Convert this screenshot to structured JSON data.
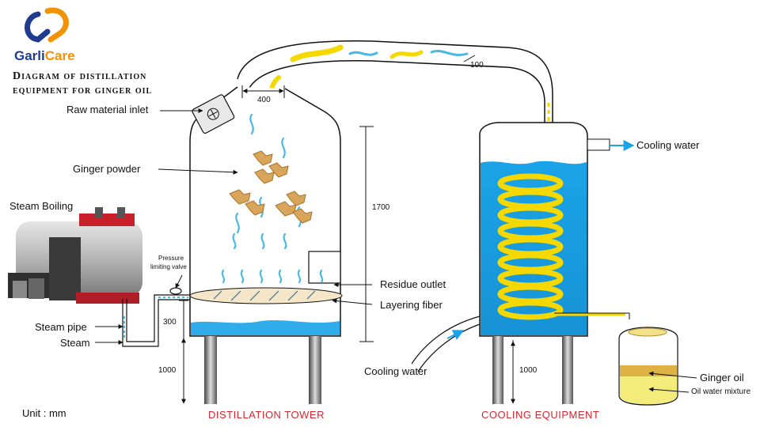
{
  "brand": {
    "logo_text_a": "Garli",
    "logo_text_b": "Care",
    "accent": "#f39200",
    "primary": "#1f3b8f"
  },
  "title": {
    "line1": "Diagram of distillation",
    "line2": "equipment for ginger oil"
  },
  "labels": {
    "raw_material_inlet": "Raw material inlet",
    "ginger_powder": "Ginger powder",
    "steam_boiling": "Steam Boiling",
    "pressure_valve_line1": "Pressure",
    "pressure_valve_line2": "limiting valve",
    "residue_outlet": "Residue outlet",
    "layering_fiber": "Layering fiber",
    "steam_pipe": "Steam pipe",
    "steam": "Steam",
    "cooling_water_out": "Cooling water",
    "cooling_water_in": "Cooling water",
    "ginger_oil": "Ginger oil",
    "oil_water_mixture": "Oil water mixture",
    "unit": "Unit : mm"
  },
  "dimensions": {
    "pipe_width": "400",
    "pipe_diameter": "100",
    "tower_height": "1700",
    "steam_height": "300",
    "tower_leg": "1000",
    "cooler_leg": "1000"
  },
  "captions": {
    "distillation_tower": "DISTILLATION TOWER",
    "cooling_equipment": "COOLING EQUIPMENT"
  },
  "colors": {
    "water": "#1aa3e8",
    "oil": "#f5d800",
    "caption_red": "#d7262e",
    "steam_blue": "#4ab8e0"
  }
}
